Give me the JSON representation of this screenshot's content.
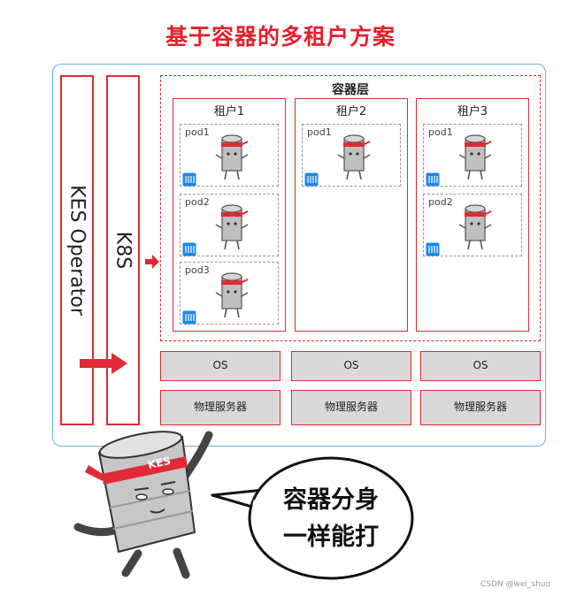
{
  "title": "基于容器的多租户方案",
  "operator_label": "KES Operator",
  "k8s_label": "K8S",
  "container_layer": {
    "title": "容器层",
    "tenants": [
      {
        "name": "租户1",
        "pods": [
          "pod1",
          "pod2",
          "pod3"
        ]
      },
      {
        "name": "租户2",
        "pods": [
          "pod1"
        ]
      },
      {
        "name": "租户3",
        "pods": [
          "pod1",
          "pod2"
        ]
      }
    ]
  },
  "os_label": "OS",
  "server_label": "物理服务器",
  "mascot_band_text": "KES",
  "speech": {
    "line1": "容器分身",
    "line2": "一样能打"
  },
  "watermark": "CSDN @wei_shuo",
  "colors": {
    "accent": "#e02a35",
    "frame": "#5fb8df",
    "os_fill": "#d9d9d9",
    "db_icon": "#1e88e5"
  },
  "icons": {
    "pod_mascot": "database-mascot-icon",
    "pod_db": "database-icon",
    "arrow": "arrow-right-icon"
  }
}
